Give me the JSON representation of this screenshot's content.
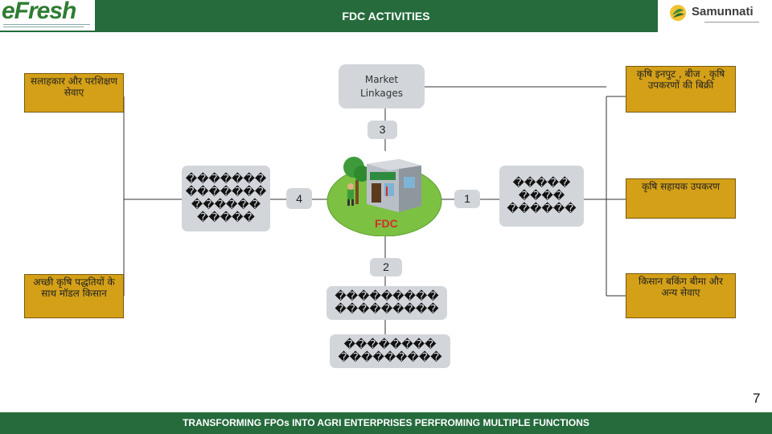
{
  "header": {
    "title": "FDC ACTIVITIES",
    "logo_left": {
      "brand": "eFresh"
    },
    "logo_right": {
      "name": "Samunnati"
    }
  },
  "center": {
    "label": "FDC",
    "market": "Market\nLinkages",
    "numbers": {
      "n1": "1",
      "n2": "2",
      "n3": "3",
      "n4": "4"
    },
    "box_left": "������� ������� ������ �����",
    "box_right": "����� ���� ������",
    "box_bottom1": "��������� ���������",
    "box_bottom2": "�������� ���������"
  },
  "left_boxes": {
    "top": "सलाहकार और परशिक्षण सेवाए",
    "bottom": "अच्छी कृषि पद्धतियों के साथ मॉडल किसान"
  },
  "right_boxes": {
    "top": "कृषि इनपुट , बीज , कृषि उपकरणों की बिक्री",
    "middle": "कृषि सहायक उपकरण",
    "bottom": "किसान बकिंग बीमा और अन्य सेवाए"
  },
  "footer": {
    "text": "TRANSFORMING FPOs INTO AGRI ENTERPRISES PERFROMING MULTIPLE FUNCTIONS",
    "page_number": "7"
  },
  "colors": {
    "green_bar": "#256B3C",
    "orange_box": "#D4A017",
    "grey_box": "#D2D6DB",
    "fdc_red": "#D32F2F"
  }
}
